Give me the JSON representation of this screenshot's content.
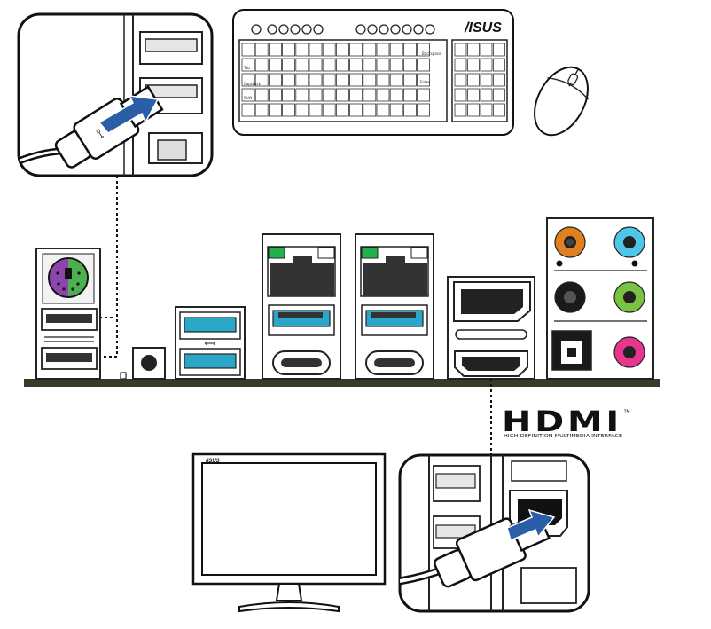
{
  "brand": {
    "keyboard_logo": "/ISUS",
    "monitor_logo": "/ISUS"
  },
  "hdmi": {
    "logo": "HDMI",
    "trademark": "™",
    "tagline": "HIGH-DEFINITION MULTIMEDIA INTERFACE"
  },
  "keyboard": {
    "keys": {
      "backspace": "Backspace",
      "tab": "Tab",
      "capslock": "CapsLock",
      "shift": "Shift",
      "enter": "Enter"
    }
  },
  "usb_label": "⟷",
  "colors": {
    "ps2_purple": "#8e44ad",
    "ps2_green": "#4caf50",
    "usb_blue": "#2aa7c6",
    "led_green": "#22b14c",
    "audio_orange": "#e08020",
    "audio_blue": "#4ec6e8",
    "audio_black": "#1a1a1a",
    "audio_green": "#7cc242",
    "audio_pink": "#e8368f",
    "arrow_blue": "#2a5fa8"
  }
}
